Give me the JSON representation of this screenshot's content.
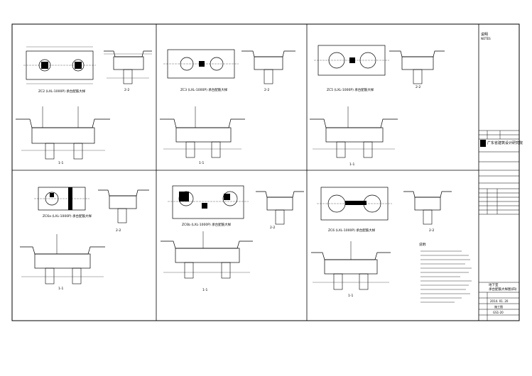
{
  "drawing": {
    "panels": [
      {
        "id": "p1",
        "plan_title": "ZC2 (LXL-1000P) 承台配筋大样",
        "section_a": "2-2",
        "section_b": "1-1"
      },
      {
        "id": "p2",
        "plan_title": "ZC3 (LXL-1000P) 承台配筋大样",
        "section_a": "2-2",
        "section_b": "1-1"
      },
      {
        "id": "p3",
        "plan_title": "ZC5 (LXL-1000P) 承台配筋大样",
        "section_a": "2-2",
        "section_b": "1-1"
      },
      {
        "id": "p4",
        "plan_title": "ZC6a (LXL-1000P) 承台配筋大样",
        "section_a": "2-2",
        "section_b": "1-1"
      },
      {
        "id": "p5",
        "plan_title": "ZC6b (LXL-1000P) 承台配筋大样",
        "section_a": "2-2",
        "section_b": "1-1"
      },
      {
        "id": "p6",
        "plan_title": "ZC6 (LXL-1000P) 承台配筋大样",
        "section_a": "2-2",
        "section_b": "1-1"
      }
    ],
    "notes_heading": "说明:"
  },
  "title_block": {
    "header": "说明",
    "header_sub": "NOTES",
    "institute": "广东省建筑设计研究院",
    "drawing_name_1": "地下室",
    "drawing_name_2": "承台配筋大样图(四)",
    "date": "2014. 01. 20",
    "stage": "施工图",
    "number": "GS1-20"
  }
}
